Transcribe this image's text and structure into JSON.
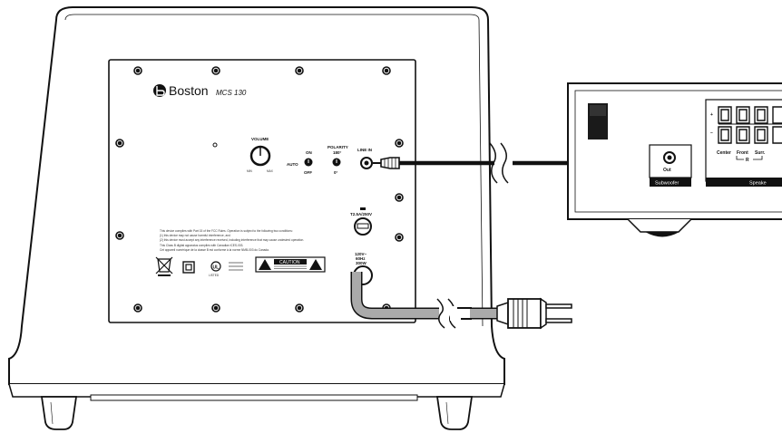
{
  "subwoofer": {
    "brand": "Boston",
    "model": "MCS 130",
    "controls": {
      "volume": "VOLUME",
      "volume_min": "MIN",
      "volume_max": "MAX",
      "power_on": "ON",
      "power_auto": "AUTO",
      "power_off": "OFF",
      "polarity": "POLARITY",
      "polarity_180": "180°",
      "polarity_0": "0°",
      "line_in": "LINE IN"
    },
    "fuse": "T2.5A/250V",
    "power_rating_1": "120V~",
    "power_rating_2": "60Hz",
    "power_rating_3": "300W",
    "listed": "LISTED",
    "caution_title": "CAUTION",
    "compliance_text_1": "This device complies with Part 15 of the FCC Rules. Operation is subject to the following two conditions:",
    "compliance_text_2": "(1) this device may not cause harmful interference, and",
    "compliance_text_3": "(2) this device must accept any interference received, including interference that may cause undesired operation.",
    "compliance_text_4": "This Class B digital apparatus complies with Canadian ICES-003.",
    "compliance_text_5": "Cet appareil numérique de la classe B est conforme à la norme NMB-003 du Canada."
  },
  "receiver": {
    "out_label": "Out",
    "subwoofer_tab": "Subwoofer",
    "speakers_tab": "Speake",
    "center": "Center",
    "front": "Front",
    "surround": "Surr.",
    "right_mark": "R",
    "plus": "+",
    "minus": "–"
  },
  "colors": {
    "line": "#111111",
    "panel": "#ffffff",
    "cable": "#aaaaaa",
    "dark": "#1a1a1a"
  }
}
